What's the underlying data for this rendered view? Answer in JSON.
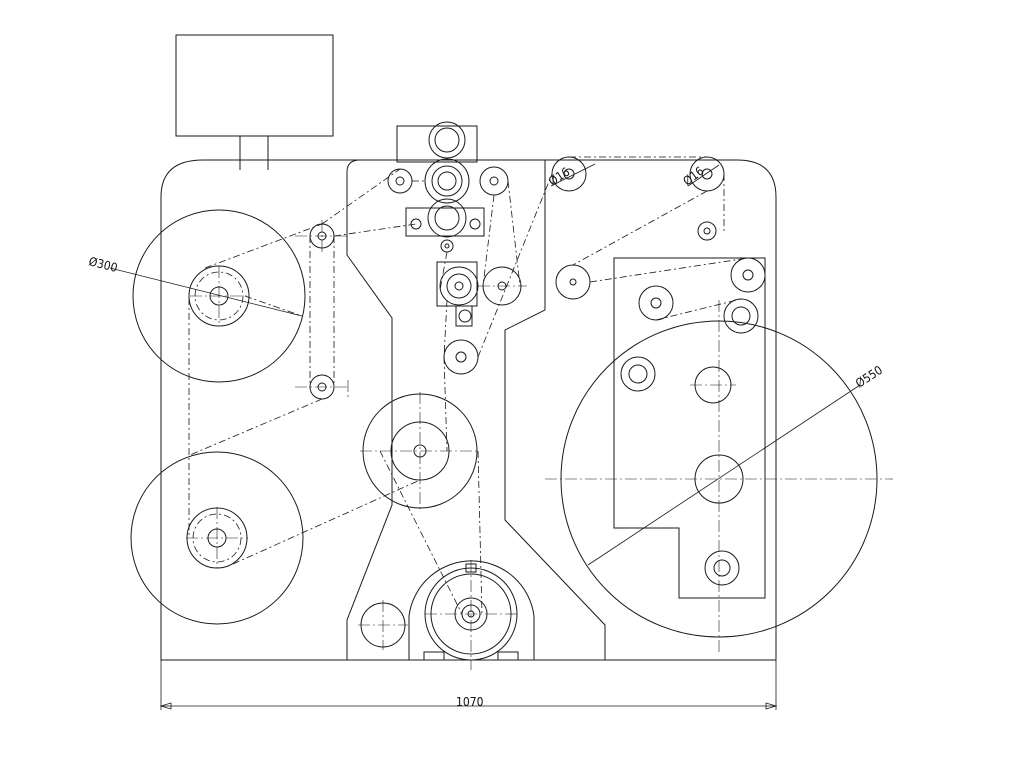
{
  "dimensions": {
    "overall_width": "1070",
    "left_roll_diameter": "Ø300",
    "right_roll_diameter": "Ø550",
    "top_roller_1": "Ø16",
    "top_roller_2": "Ø16"
  }
}
